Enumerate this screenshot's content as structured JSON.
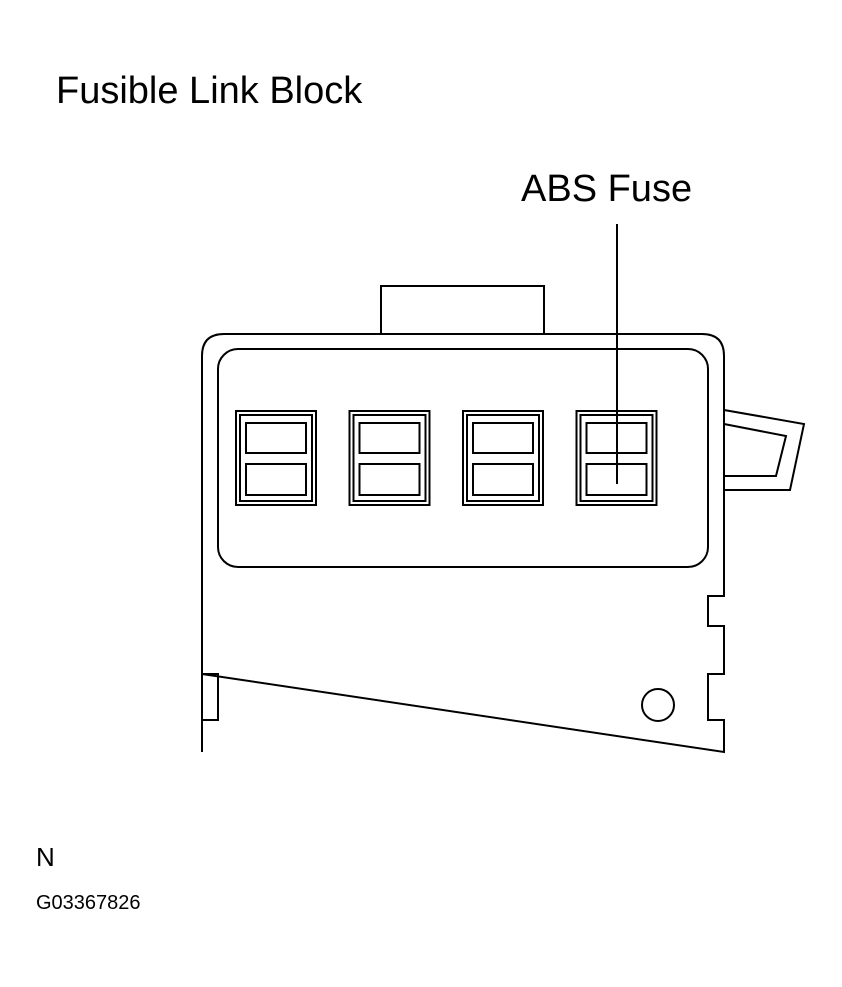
{
  "diagram": {
    "title": "Fusible Link Block",
    "callout_label": "ABS Fuse",
    "code_letter": "N",
    "code_id": "G03367826",
    "fuse_slot_count": 4,
    "highlighted_slot_index": 3,
    "line_color": "#000000",
    "background_color": "#ffffff"
  }
}
